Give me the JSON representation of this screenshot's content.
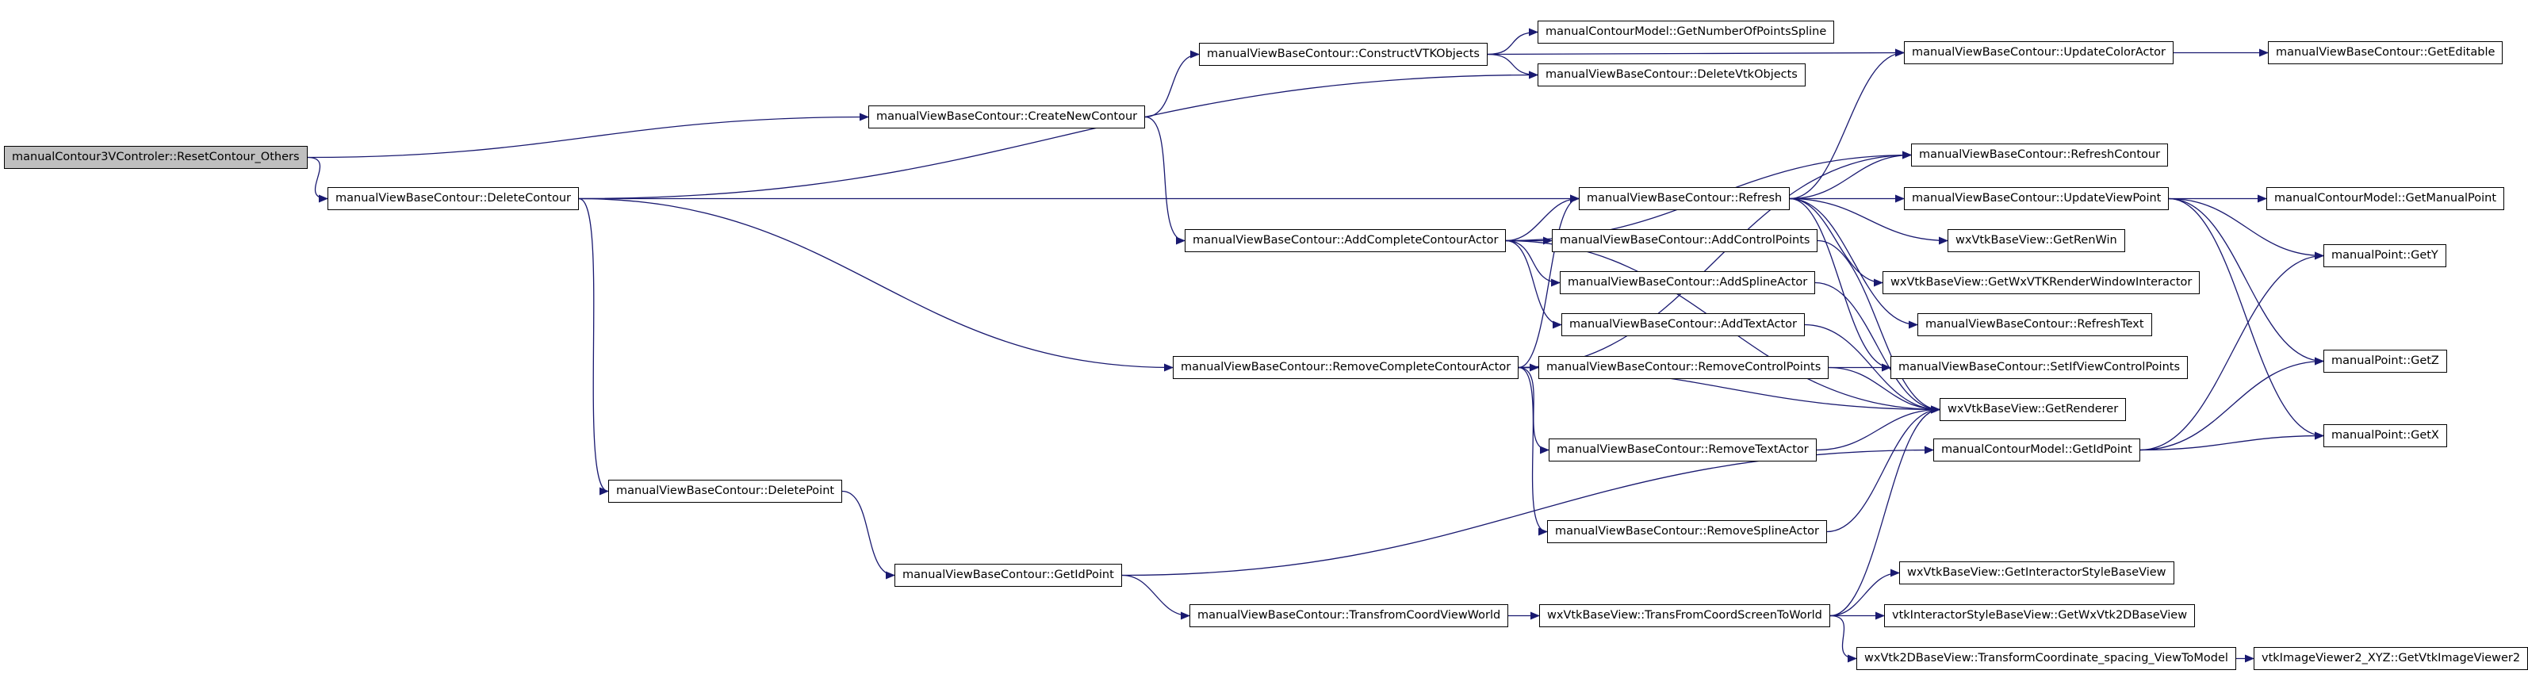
{
  "colors": {
    "edge": "#191970",
    "node_border": "#000000",
    "node_fill": "#ffffff",
    "root_fill": "#bfbfbf"
  },
  "nodes": {
    "n00": "manualContour3VControler::ResetContour_Others",
    "n01": "manualViewBaseContour::CreateNewContour",
    "n02": "manualViewBaseContour::DeleteContour",
    "n03": "manualViewBaseContour::ConstructVTKObjects",
    "n04": "manualContourModel::GetNumberOfPointsSpline",
    "n05": "manualViewBaseContour::DeleteVtkObjects",
    "n06": "manualViewBaseContour::UpdateColorActor",
    "n07": "manualViewBaseContour::GetEditable",
    "n08": "manualViewBaseContour::RefreshContour",
    "n09": "manualViewBaseContour::Refresh",
    "n10": "manualViewBaseContour::UpdateViewPoint",
    "n11": "manualContourModel::GetManualPoint",
    "n12": "manualViewBaseContour::AddCompleteContourActor",
    "n13": "manualViewBaseContour::AddControlPoints",
    "n14": "wxVtkBaseView::GetRenWin",
    "n15": "manualPoint::GetY",
    "n16": "manualViewBaseContour::AddSplineActor",
    "n17": "wxVtkBaseView::GetWxVTKRenderWindowInteractor",
    "n18": "manualViewBaseContour::RefreshText",
    "n19": "manualViewBaseContour::AddTextActor",
    "n20": "manualPoint::GetZ",
    "n21": "manualViewBaseContour::RemoveCompleteContourActor",
    "n22": "manualViewBaseContour::RemoveControlPoints",
    "n23": "manualViewBaseContour::SetIfViewControlPoints",
    "n24": "wxVtkBaseView::GetRenderer",
    "n25": "manualPoint::GetX",
    "n26": "manualViewBaseContour::RemoveTextActor",
    "n27": "manualContourModel::GetIdPoint",
    "n28": "manualViewBaseContour::DeletePoint",
    "n29": "manualViewBaseContour::RemoveSplineActor",
    "n30": "manualViewBaseContour::GetIdPoint",
    "n31": "wxVtkBaseView::GetInteractorStyleBaseView",
    "n32": "manualViewBaseContour::TransfromCoordViewWorld",
    "n33": "wxVtkBaseView::TransFromCoordScreenToWorld",
    "n34": "vtkInteractorStyleBaseView::GetWxVtk2DBaseView",
    "n35": "wxVtk2DBaseView::TransformCoordinate_spacing_ViewToModel",
    "n36": "vtkImageViewer2_XYZ::GetVtkImageViewer2"
  }
}
